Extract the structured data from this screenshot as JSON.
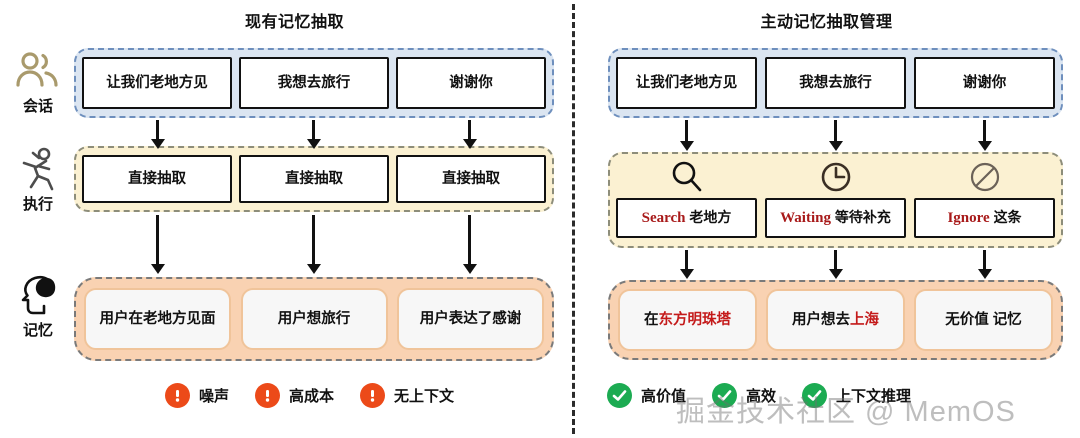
{
  "left": {
    "title": "现有记忆抽取",
    "rail": [
      {
        "label": "会话",
        "icon": "people-icon"
      },
      {
        "label": "执行",
        "icon": "runner-icon"
      },
      {
        "label": "记忆",
        "icon": "brain-head-icon"
      }
    ],
    "conversation": [
      "让我们老地方见",
      "我想去旅行",
      "谢谢你"
    ],
    "execution": [
      "直接抽取",
      "直接抽取",
      "直接抽取"
    ],
    "memory": [
      "用户在老地方见面",
      "用户想旅行",
      "用户表达了感谢"
    ],
    "chips": [
      {
        "label": "噪声",
        "icon": "warning-icon",
        "color": "#ec4a19"
      },
      {
        "label": "高成本",
        "icon": "warning-icon",
        "color": "#ec4a19"
      },
      {
        "label": "无上下文",
        "icon": "warning-icon",
        "color": "#ec4a19"
      }
    ]
  },
  "right": {
    "title": "主动记忆抽取管理",
    "conversation": [
      "让我们老地方见",
      "我想去旅行",
      "谢谢你"
    ],
    "actions": [
      {
        "icon": "search-icon",
        "keyword": "Search",
        "text": "老地方"
      },
      {
        "icon": "clock-icon",
        "keyword": "Waiting",
        "text": "等待补充"
      },
      {
        "icon": "ignore-icon",
        "keyword": "Ignore",
        "text": "这条"
      }
    ],
    "memory": [
      {
        "prefix": "在 ",
        "highlight": "东方明珠塔",
        "suffix": ""
      },
      {
        "prefix": "用户想去 ",
        "highlight": "上海",
        "suffix": ""
      },
      {
        "prefix": "无价值 记忆",
        "highlight": "",
        "suffix": ""
      }
    ],
    "chips": [
      {
        "label": "高价值",
        "icon": "check-icon",
        "color": "#1cab52"
      },
      {
        "label": "高效",
        "icon": "check-icon",
        "color": "#1cab52"
      },
      {
        "label": "上下文推理",
        "icon": "check-icon",
        "color": "#1cab52"
      }
    ]
  },
  "watermark": "掘金技术社区 @ MemOS"
}
